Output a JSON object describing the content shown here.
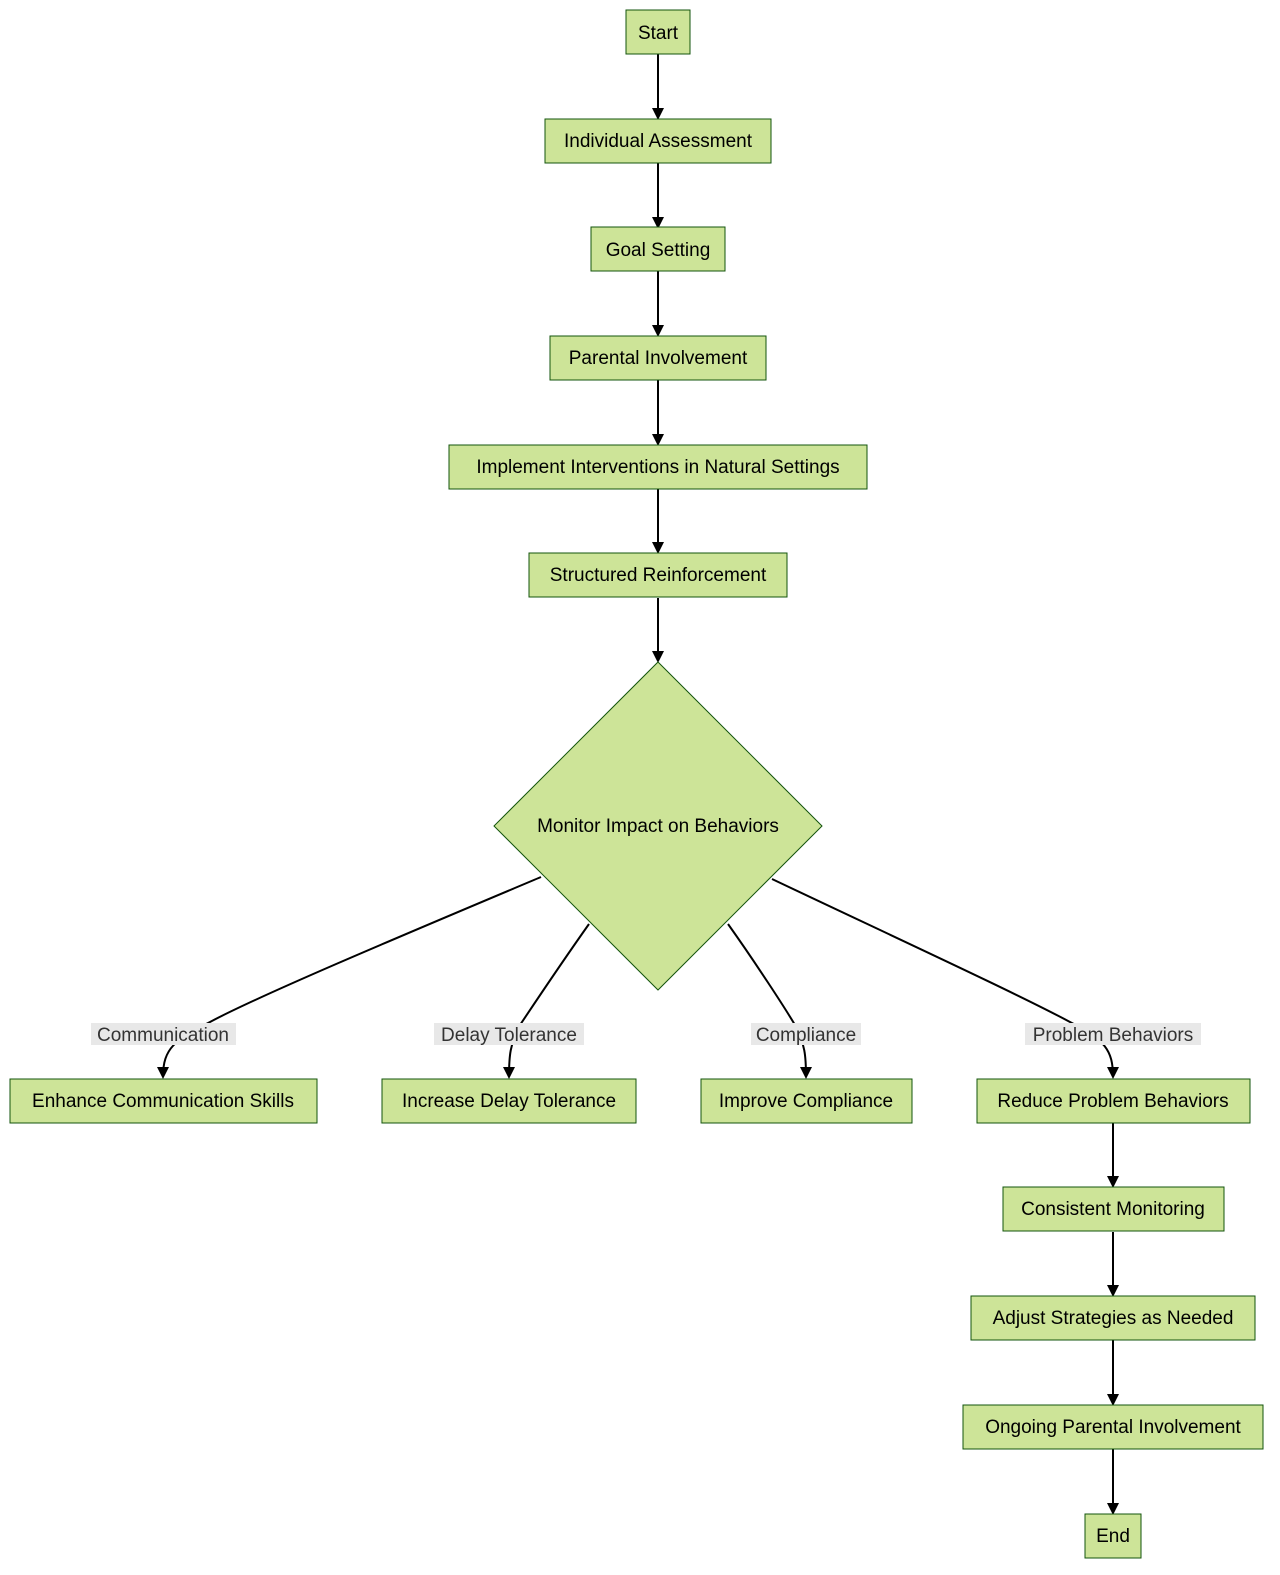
{
  "nodes": {
    "start": "Start",
    "individual_assessment": "Individual Assessment",
    "goal_setting": "Goal Setting",
    "parental_involvement": "Parental Involvement",
    "implement_interventions": "Implement Interventions in Natural Settings",
    "structured_reinforcement": "Structured Reinforcement",
    "monitor_impact": "Monitor Impact on Behaviors",
    "enhance_communication": "Enhance Communication Skills",
    "increase_delay_tolerance": "Increase Delay Tolerance",
    "improve_compliance": "Improve Compliance",
    "reduce_problem_behaviors": "Reduce Problem Behaviors",
    "consistent_monitoring": "Consistent Monitoring",
    "adjust_strategies": "Adjust Strategies as Needed",
    "ongoing_parental_involvement": "Ongoing Parental Involvement",
    "end": "End"
  },
  "edge_labels": {
    "communication": "Communication",
    "delay_tolerance": "Delay Tolerance",
    "compliance": "Compliance",
    "problem_behaviors": "Problem Behaviors"
  },
  "colors": {
    "node_fill": "#cde498",
    "node_stroke": "#13540c",
    "edge": "#000000",
    "edge_label_bg": "#e8e8e8"
  }
}
